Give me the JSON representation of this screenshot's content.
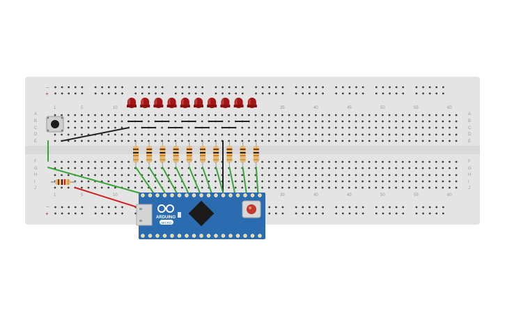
{
  "breadboard": {
    "column_labels": [
      "1",
      "5",
      "10",
      "35",
      "40",
      "45",
      "50",
      "55",
      "60"
    ],
    "row_labels": [
      "A",
      "B",
      "C",
      "D",
      "E",
      "F",
      "G",
      "H",
      "I",
      "J"
    ],
    "rail_minus": "−",
    "rail_plus": "+",
    "color": "#e4e4e4"
  },
  "components": {
    "leds": {
      "count": 10,
      "color": "#a31515"
    },
    "resistors": {
      "count": 10
    },
    "pushbutton": true
  },
  "wires": {
    "green": "#3aa53a",
    "red": "#d32020",
    "black": "#222222"
  },
  "arduino": {
    "brand": "ARDUINO",
    "model": "MICRO",
    "board_color": "#2b6cb0"
  }
}
